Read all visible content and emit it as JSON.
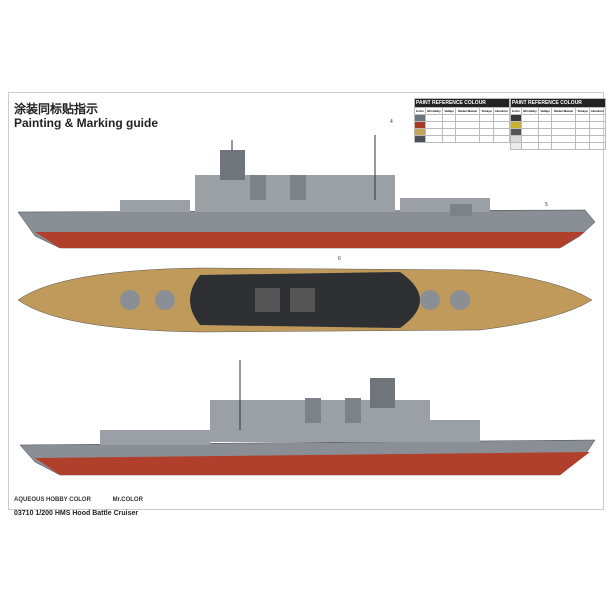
{
  "title_cn": "涂装同标贴指示",
  "title_en": "Painting & Marking guide",
  "paint_tables": [
    {
      "title": "PAINT REFERENCE COLOUR",
      "headers": [
        "Color",
        "Mr.Hobby",
        "Vallejo",
        "Model Master",
        "Tamiya",
        "Humbrol"
      ],
      "swatches": [
        "#6b7580",
        "#a83a2a",
        "#c8a45a",
        "#4c5058"
      ]
    },
    {
      "title": "PAINT REFERENCE COLOUR",
      "headers": [
        "Color",
        "Mr.Hobby",
        "Vallejo",
        "Model Master",
        "Tamiya",
        "Humbrol"
      ],
      "swatches": [
        "#3a3a3a",
        "#c9b030",
        "#555555",
        "#d9dcd6",
        "#e8ecec"
      ]
    }
  ],
  "callouts": {
    "a": "4",
    "b": "5",
    "c": "6"
  },
  "legend": {
    "aqueous": "AQUEOUS HOBBY COLOR",
    "mr": "Mr.COLOR"
  },
  "caption": "03710  1/200  HMS Hood Battle Cruiser",
  "colors": {
    "hull_grey": "#8a8f96",
    "hull_red": "#b0402c",
    "deck": "#c09a5a",
    "dark_deck": "#2e3034"
  }
}
